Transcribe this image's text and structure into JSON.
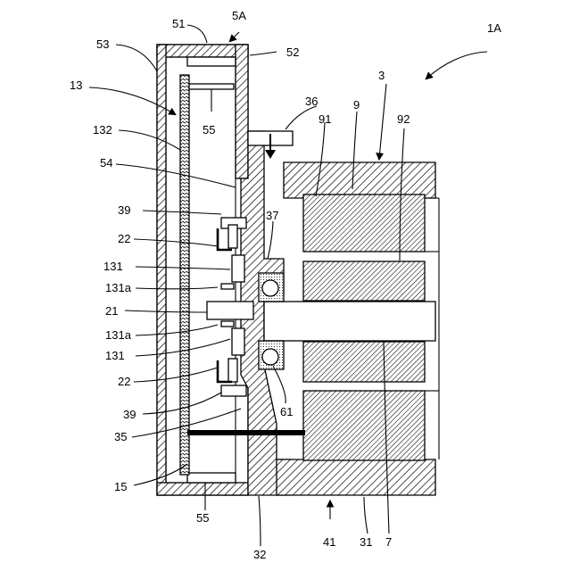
{
  "figure": {
    "labels": {
      "fig_id": "1A",
      "l_5A": "5A",
      "l_51": "51",
      "l_52": "52",
      "l_53": "53",
      "l_13": "13",
      "l_55_top": "55",
      "l_132": "132",
      "l_54": "54",
      "l_36": "36",
      "l_91": "91",
      "l_9": "9",
      "l_3": "3",
      "l_92": "92",
      "l_37": "37",
      "l_39_top": "39",
      "l_22_top": "22",
      "l_131_top": "131",
      "l_131a_top": "131a",
      "l_21": "21",
      "l_131a_bot": "131a",
      "l_131_bot": "131",
      "l_22_bot": "22",
      "l_39_bot": "39",
      "l_61": "61",
      "l_35": "35",
      "l_15": "15",
      "l_55_bot": "55",
      "l_32": "32",
      "l_41": "41",
      "l_31": "31",
      "l_7": "7"
    }
  }
}
